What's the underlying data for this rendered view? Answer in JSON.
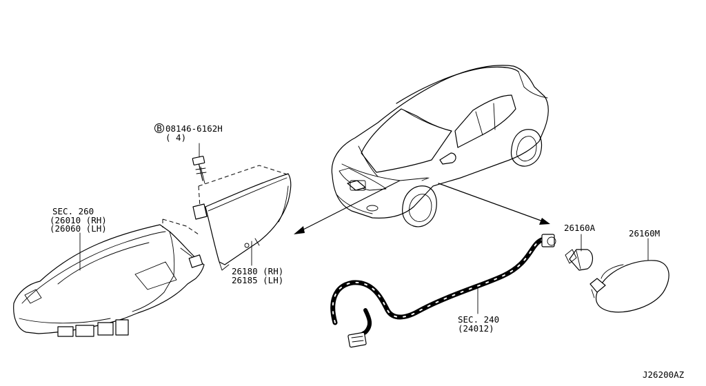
{
  "labels": {
    "bolt_part": "08146-6162H",
    "bolt_bullet": "B",
    "bolt_qty": "( 4)",
    "headlamp_sec": "SEC. 260",
    "headlamp_rh": "(26010 (RH)",
    "headlamp_lh": "(26060 (LH)",
    "bracket_rh": "26180 (RH)",
    "bracket_lh": "26185 (LH)",
    "bulb_part": "26160A",
    "lamp_part": "26160M",
    "harness_sec": "SEC. 240",
    "harness_part": "(24012)",
    "diagram_id": "J26200AZ"
  }
}
